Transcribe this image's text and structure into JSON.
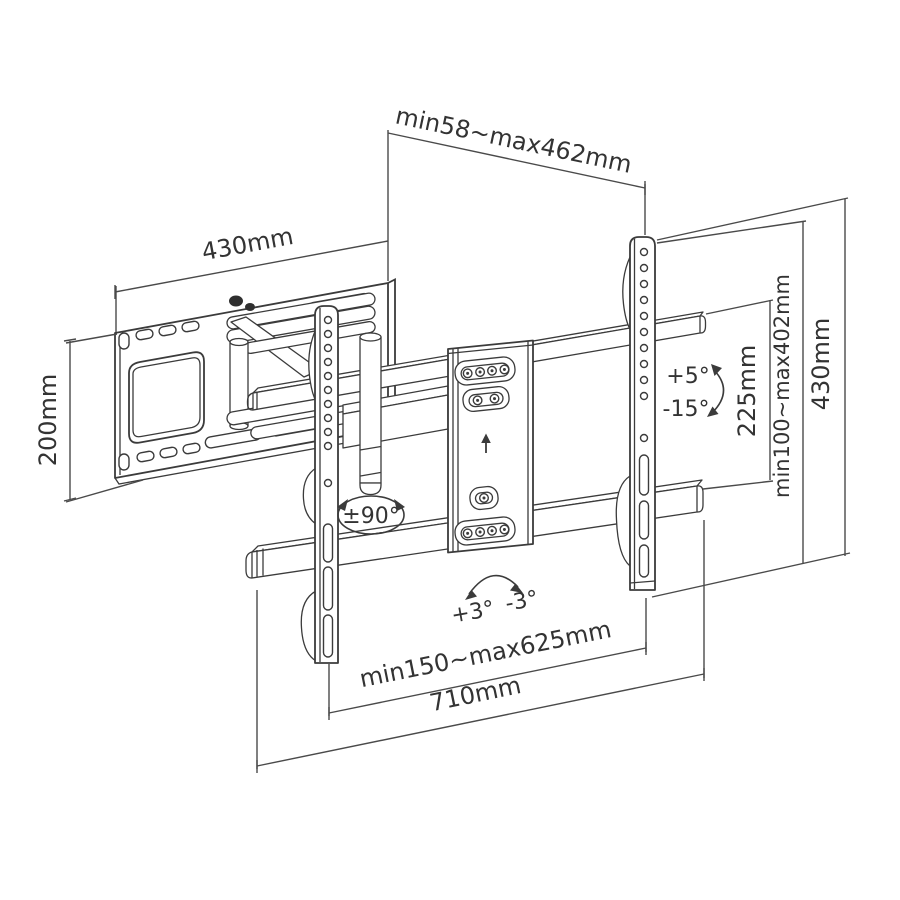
{
  "diagram": {
    "type": "technical-drawing",
    "subject": "Full-motion TV wall mount bracket",
    "colors": {
      "line": "#3b3b3b",
      "dimension_line": "#4a4a4a",
      "background": "#ffffff",
      "text": "#333333"
    },
    "dimensions": {
      "arm_extension": "min58~max462mm",
      "wall_plate_width": "430mm",
      "wall_plate_height": "200mm",
      "rail_gap_height": "225mm",
      "vesa_height_range": "min100~max402mm",
      "bracket_height": "430mm",
      "rail_width_range": "min150~max625mm",
      "rail_total_width": "710mm"
    },
    "angles": {
      "swivel": "±90°",
      "tilt_up": "+5°",
      "tilt_down": "-15°",
      "level_left": "+3°",
      "level_right": "-3°"
    }
  }
}
